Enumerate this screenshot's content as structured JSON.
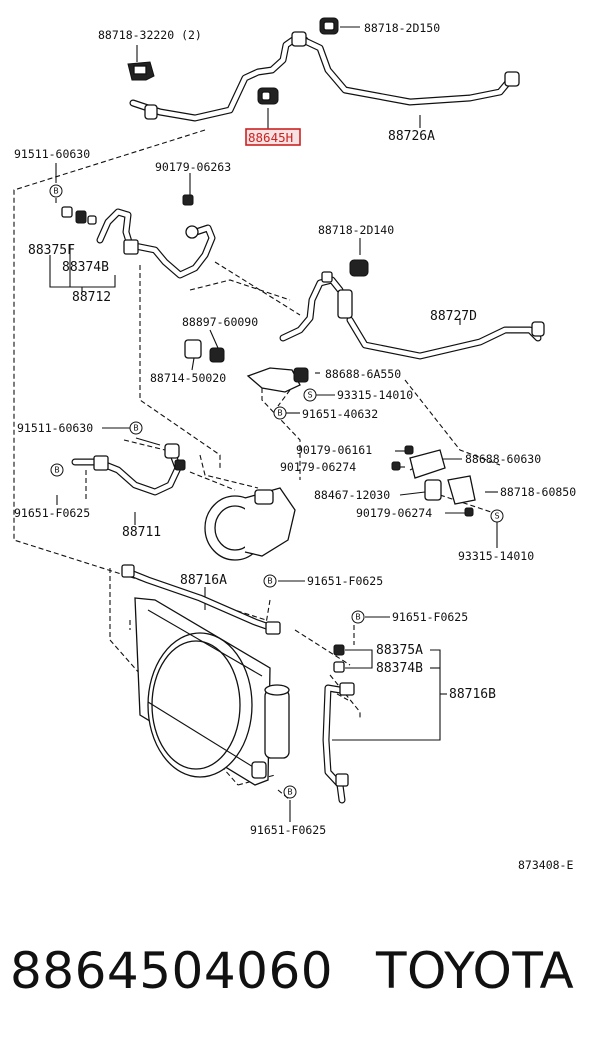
{
  "diagram": {
    "code": "873408-E",
    "highlighted_part": "88645H",
    "labels": {
      "l_88718_32220": "88718-32220 (2)",
      "l_88718_2D150": "88718-2D150",
      "l_88726A": "88726A",
      "l_91511_60630_a": "91511-60630",
      "l_90179_06263": "90179-06263",
      "l_88375F": "88375F",
      "l_88374B_a": "88374B",
      "l_88712": "88712",
      "l_88718_2D140": "88718-2D140",
      "l_88727D": "88727D",
      "l_88897_60090": "88897-60090",
      "l_88714_50020": "88714-50020",
      "l_88688_6A550": "88688-6A550",
      "l_93315_14010_a": "93315-14010",
      "l_91651_40632": "91651-40632",
      "l_91511_60630_b": "91511-60630",
      "l_90179_06161": "90179-06161",
      "l_88688_60630": "88688-60630",
      "l_90179_06274_a": "90179-06274",
      "l_88467_12030": "88467-12030",
      "l_88718_60850": "88718-60850",
      "l_91651_F0625_a": "91651-F0625",
      "l_88711": "88711",
      "l_90179_06274_b": "90179-06274",
      "l_93315_14010_b": "93315-14010",
      "l_88716A": "88716A",
      "l_91651_F0625_b": "91651-F0625",
      "l_91651_F0625_c": "91651-F0625",
      "l_88375A": "88375A",
      "l_88374B_b": "88374B",
      "l_88716B": "88716B",
      "l_91651_F0625_d": "91651-F0625"
    },
    "symbols": {
      "bolt": "B",
      "screw": "S"
    }
  },
  "footer": {
    "part_number": "8864504060",
    "brand": "TOYOTA"
  }
}
